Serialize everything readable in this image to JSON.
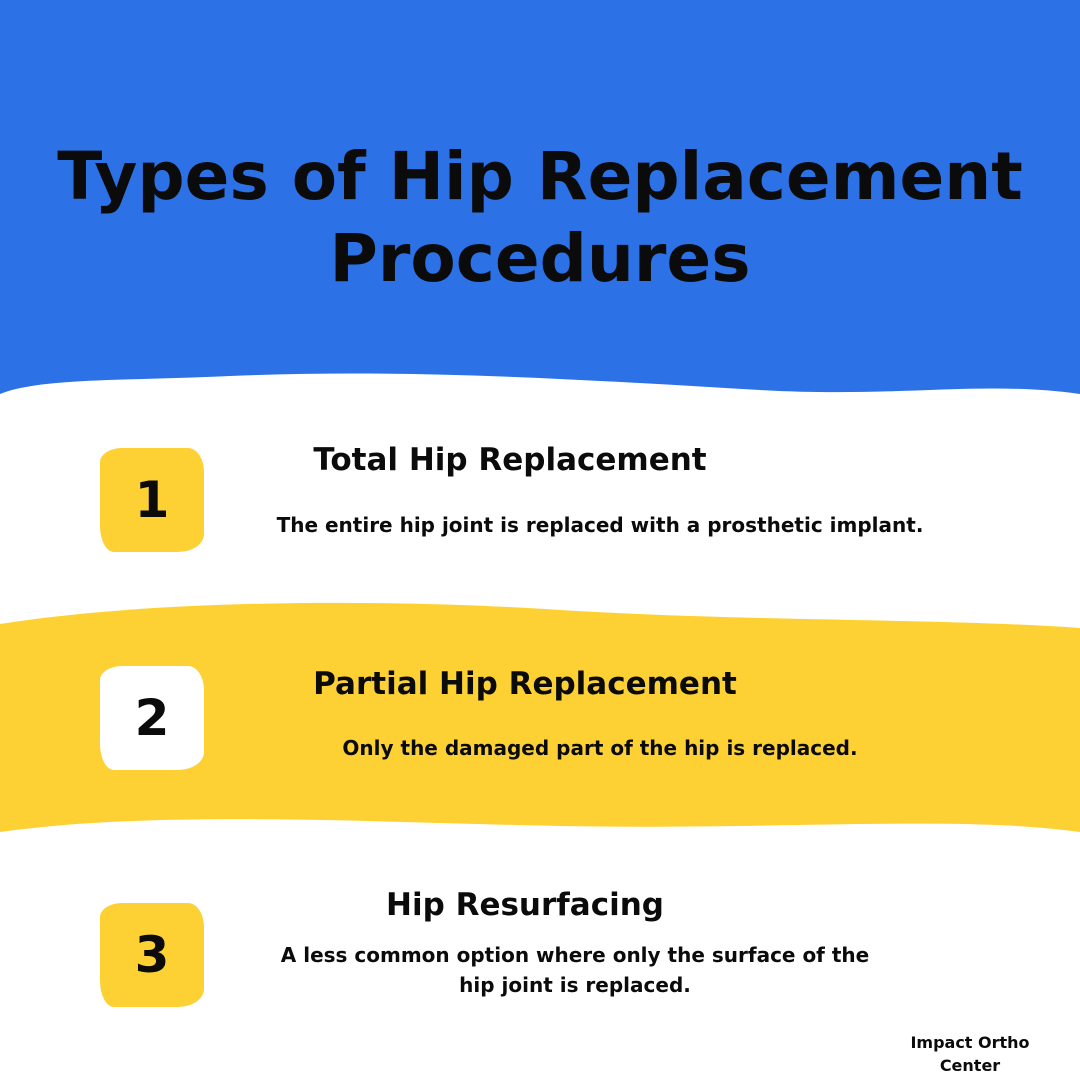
{
  "colors": {
    "header_blue": "#2c72e6",
    "band_yellow": "#fdd134",
    "background": "#ffffff",
    "text": "#0b0b0b"
  },
  "title": "Types of Hip Replacement Procedures",
  "items": [
    {
      "number": "1",
      "heading": "Total Hip Replacement",
      "description": "The entire hip joint is replaced with a prosthetic implant."
    },
    {
      "number": "2",
      "heading": "Partial Hip Replacement",
      "description": "Only the damaged part of the hip is replaced."
    },
    {
      "number": "3",
      "heading": "Hip Resurfacing",
      "description": "A less common option where only the surface of the hip joint is replaced."
    }
  ],
  "footer": "Impact Ortho Center"
}
